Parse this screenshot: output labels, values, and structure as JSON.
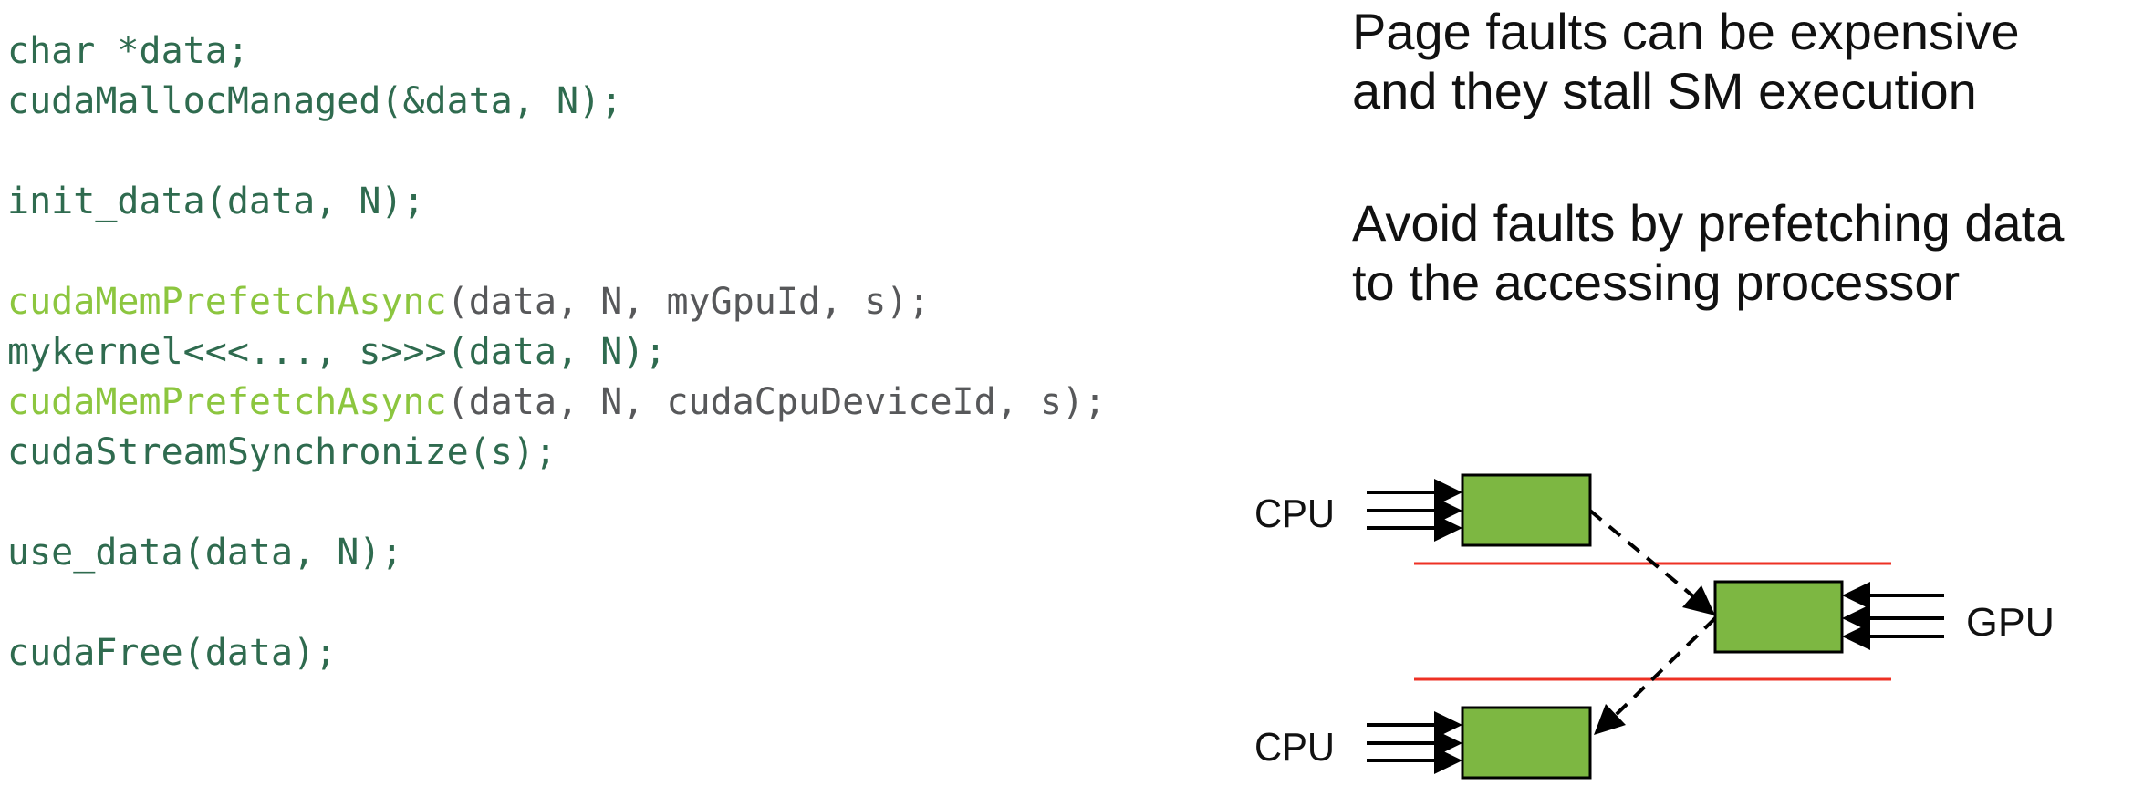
{
  "code": {
    "lines": [
      {
        "segments": [
          {
            "text": "char *data;"
          }
        ]
      },
      {
        "segments": [
          {
            "text": "cudaMallocManaged(&data, N);"
          }
        ]
      },
      {
        "segments": []
      },
      {
        "segments": [
          {
            "text": "init_data(data, N);"
          }
        ]
      },
      {
        "segments": []
      },
      {
        "segments": [
          {
            "text": "cudaMemPrefetchAsync"
          },
          {
            "text": "(data, N, myGpuId, s);"
          }
        ]
      },
      {
        "segments": [
          {
            "text": "mykernel<<<..., s>>>(data, N);"
          }
        ]
      },
      {
        "segments": [
          {
            "text": "cudaMemPrefetchAsync"
          },
          {
            "text": "(data, N, cudaCpuDeviceId, s);"
          }
        ]
      },
      {
        "segments": [
          {
            "text": "cudaStreamSynchronize(s);"
          }
        ]
      },
      {
        "segments": []
      },
      {
        "segments": [
          {
            "text": "use_data(data, N);"
          }
        ]
      },
      {
        "segments": []
      },
      {
        "segments": [
          {
            "text": "cudaFree(data);"
          }
        ]
      }
    ]
  },
  "notes": {
    "para1_line1": "Page faults can be expensive",
    "para1_line2": "and they stall SM execution",
    "para2_line1": "Avoid faults by prefetching data",
    "para2_line2": "to the accessing processor"
  },
  "diagram": {
    "cpu_top_label": "CPU",
    "gpu_label": "GPU",
    "cpu_bottom_label": "CPU"
  },
  "colors": {
    "code_dark_green": "#2F6B4F",
    "code_function_green": "#8CC63F",
    "code_argument_gray": "#57585A",
    "page_box_green": "#7DB742",
    "boundary_line_red": "#EE3124",
    "text_black": "#111111",
    "background": "#FFFFFF"
  }
}
